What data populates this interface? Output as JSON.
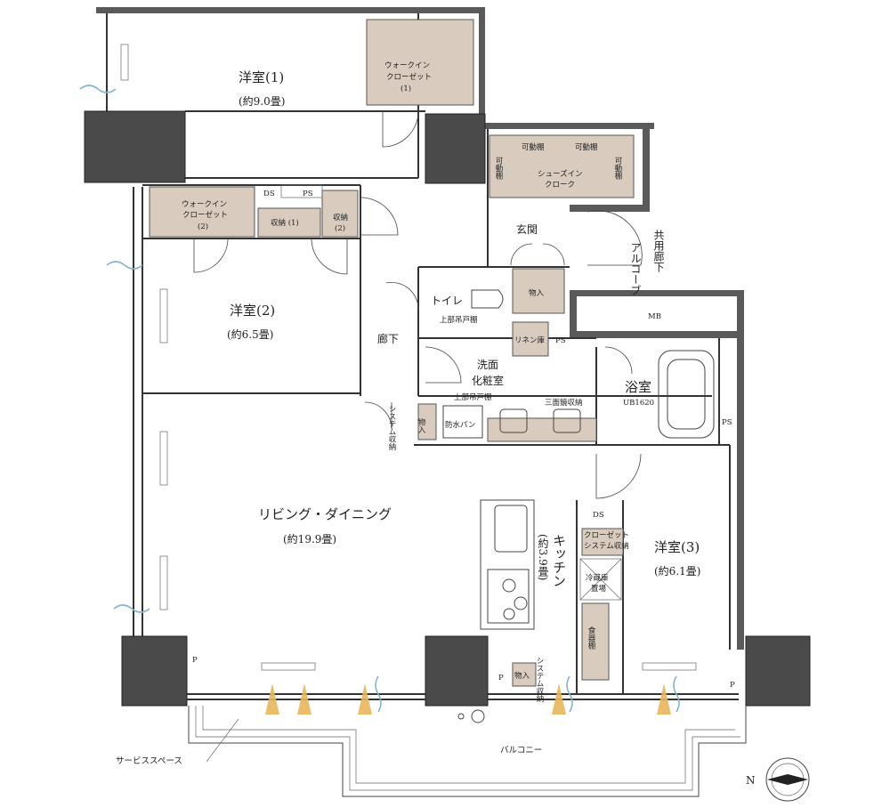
{
  "rooms": {
    "western1_name": "洋室(1)",
    "western1_size": "(約9.0畳)",
    "western2_name": "洋室(2)",
    "western2_size": "(約6.5畳)",
    "western3_name": "洋室(3)",
    "western3_size": "(約6.1畳)",
    "living_name": "リビング・ダイニング",
    "living_size": "(約19.9畳)",
    "kitchen_name": "キッチン",
    "kitchen_size": "(約3.9畳)",
    "entrance": "玄関",
    "hallway": "廊下",
    "washroom_line1": "洗面",
    "washroom_line2": "化粧室",
    "bathroom": "浴室",
    "bath_model": "UB1620",
    "toilet": "トイレ",
    "balcony": "バルコニー",
    "service_space": "サービススペース",
    "common_corridor": "共用廊下",
    "alcove": "アルコーブ"
  },
  "storage": {
    "wic1_l1": "ウォークイン",
    "wic1_l2": "クローゼット",
    "wic1_l3": "(1)",
    "wic2_l1": "ウォークイン",
    "wic2_l2": "クローゼット",
    "wic2_l3": "(2)",
    "storage1": "収納 (1)",
    "storage2_l1": "収納",
    "storage2_l2": "(2)",
    "shoes_l1": "シューズイン",
    "shoes_l2": "クローク",
    "movable_shelf": "可動棚",
    "movable_v": "可動棚",
    "monoire": "物入",
    "linen": "リネン庫",
    "upper_shelf": "上部吊戸棚",
    "mirror_storage": "三面鏡収納",
    "waterproof_pan": "防水パン",
    "system_storage": "システム収納",
    "closet_system_l1": "クローゼット",
    "closet_system_l2": "システム収納",
    "fridge_l1": "冷蔵庫",
    "fridge_l2": "置場",
    "cupboard": "食器棚"
  },
  "marks": {
    "ds": "DS",
    "ps": "PS",
    "mb": "MB",
    "p": "P",
    "n": "N"
  }
}
